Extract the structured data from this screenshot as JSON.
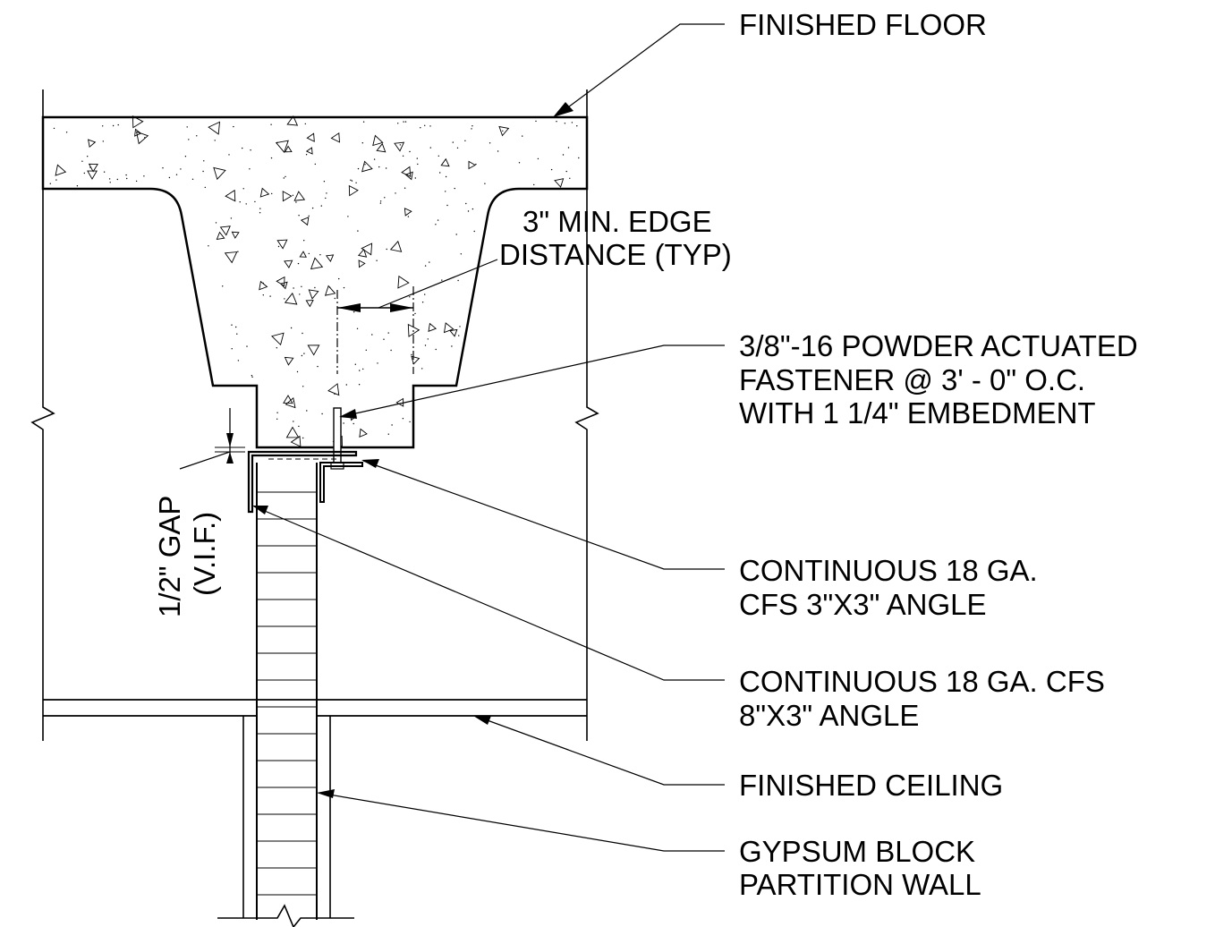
{
  "labels": {
    "finished_floor": "FINISHED FLOOR",
    "edge_distance_1": "3\" MIN. EDGE",
    "edge_distance_2": "DISTANCE (TYP)",
    "fastener_1": "3/8\"-16 POWDER ACTUATED",
    "fastener_2": "FASTENER @ 3' - 0\" O.C.",
    "fastener_3": "WITH 1 1/4\" EMBEDMENT",
    "angle_3x3_1": "CONTINUOUS 18 GA.",
    "angle_3x3_2": "CFS 3\"X3\" ANGLE",
    "angle_8x3_1": "CONTINUOUS 18 GA. CFS",
    "angle_8x3_2": "8\"X3\" ANGLE",
    "finished_ceiling": "FINISHED CEILING",
    "partition_1": "GYPSUM BLOCK",
    "partition_2": "PARTITION WALL",
    "gap_1": "1/2\" GAP",
    "gap_2": "(V.I.F.)"
  }
}
